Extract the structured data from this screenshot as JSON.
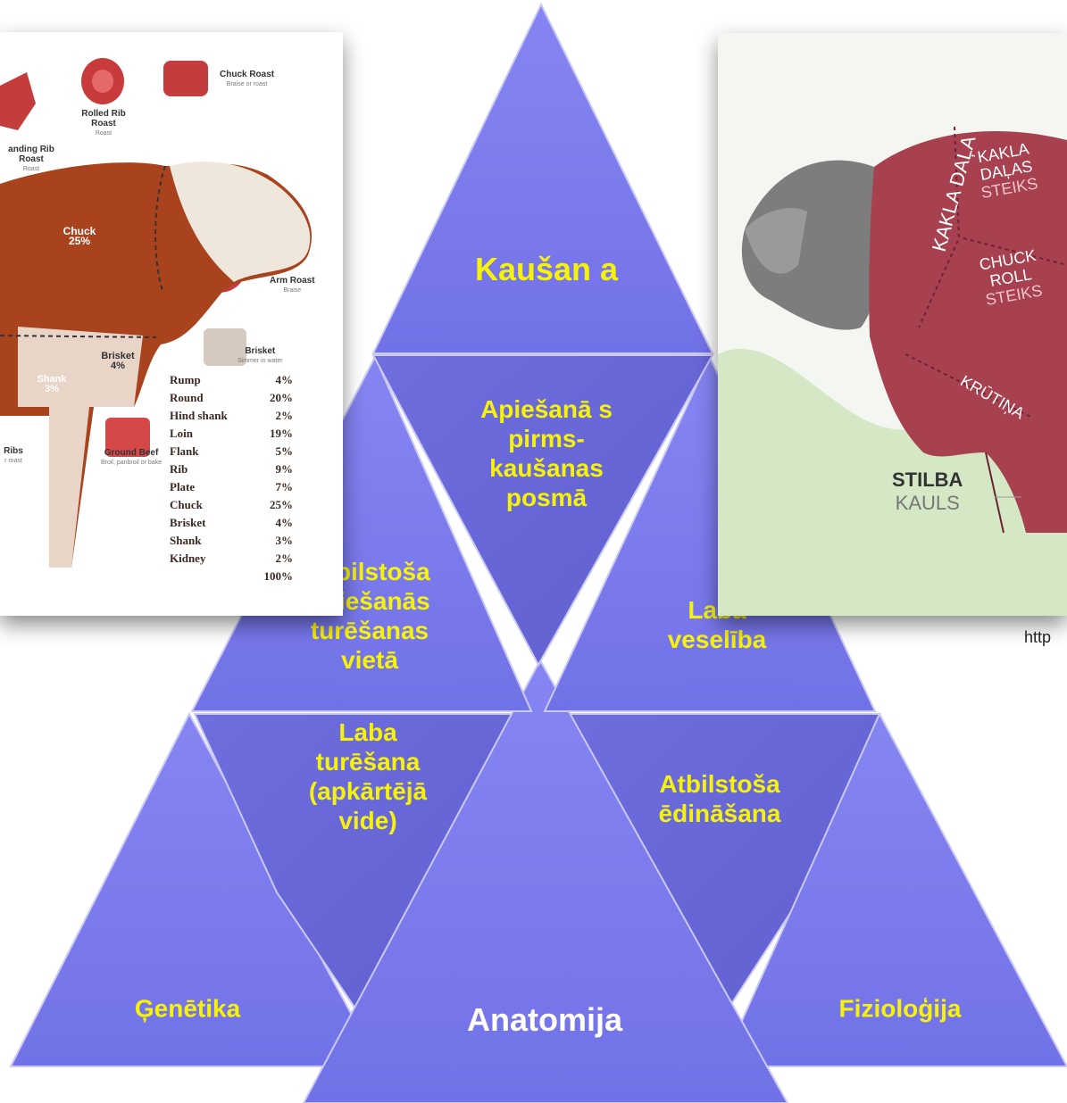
{
  "pyramid": {
    "top": "Kaušan a",
    "upper_center": "Apiešanā s pirms-kaušanas posmā",
    "middle_left": "Atbilstoša apiešanās turēšanas vietā",
    "middle_right": "Laba veselība",
    "lower_left_center": "Laba turēšana (apkārtējā vide)",
    "lower_right_center": "Atbilstoša ēdināšana",
    "base_left": "Ģenētika",
    "base_center": "Anatomija",
    "base_right": "Fizioloģija"
  },
  "colors": {
    "triangle_fill": "#7f7fef",
    "triangle_fill_dark": "#6b6bd9",
    "label_yellow": "#f7f20a",
    "label_white": "#ffffff",
    "cow2_background": "#d4e8c6",
    "meat_red": "#a7414f"
  },
  "left_image": {
    "labels": {
      "chuck_roast": "Chuck Roast",
      "chuck_roast_sub": "Braise or roast",
      "rolled_rib": "Rolled Rib Roast",
      "rolled_rib_sub": "Roast",
      "standing_rib": "anding Rib Roast",
      "standing_rib_sub": "Roast",
      "chuck": "Chuck 25%",
      "arm_roast": "Arm Roast",
      "arm_roast_sub": "Braise",
      "brisket_tag": "Brisket",
      "brisket_tag_sub": "Simmer in water",
      "brisket_body": "Brisket 4%",
      "shank_body": "Shank 3%",
      "ribs": "Ribs",
      "ribs_sub": "r roast",
      "ground_beef": "Ground Beef",
      "ground_beef_sub": "Broil, panbroil or bake"
    },
    "cuts": [
      {
        "name": "Rump",
        "pct": "4%"
      },
      {
        "name": "Round",
        "pct": "20%"
      },
      {
        "name": "Hind shank",
        "pct": "2%"
      },
      {
        "name": "Loin",
        "pct": "19%"
      },
      {
        "name": "Flank",
        "pct": "5%"
      },
      {
        "name": "Rib",
        "pct": "9%"
      },
      {
        "name": "Plate",
        "pct": "7%"
      },
      {
        "name": "Chuck",
        "pct": "25%"
      },
      {
        "name": "Brisket",
        "pct": "4%"
      },
      {
        "name": "Shank",
        "pct": "3%"
      },
      {
        "name": "Kidney",
        "pct": "2%"
      }
    ],
    "total": "100%"
  },
  "right_image": {
    "kakla_dala": "KAKLA DAĻA",
    "kakla_dalas": "KAKLA DAĻAS",
    "steiks1": "STEIKS",
    "chuck_roll": "CHUCK ROLL",
    "steiks2": "STEIKS",
    "krutina": "KRŪTIŅA",
    "stilba": "STILBA",
    "kauls": "KAULS"
  },
  "url_fragment": "http"
}
